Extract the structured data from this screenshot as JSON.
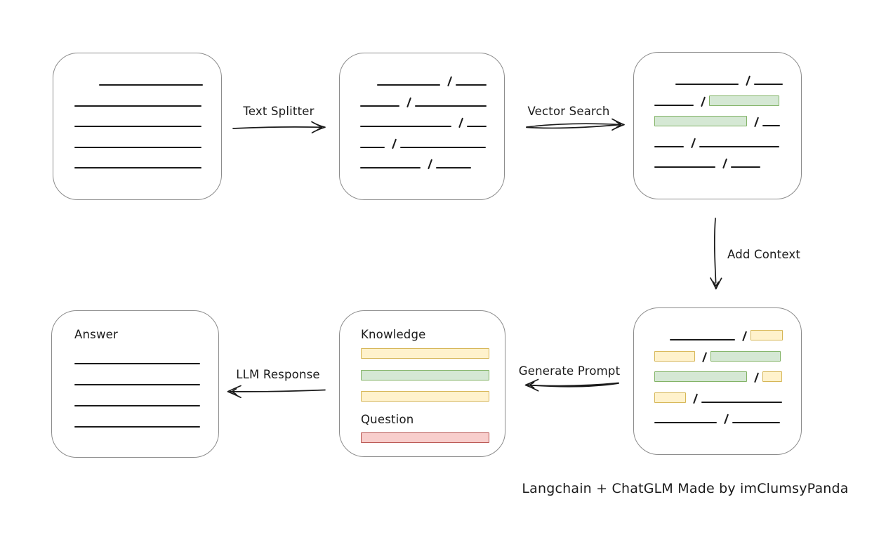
{
  "caption": "Langchain + ChatGLM Made by imClumsyPanda",
  "colors": {
    "ink": "#1a1a1a",
    "box_border": "#8c8c8c",
    "green_fill": "#d5e8d4",
    "green_border": "#82b366",
    "yellow_fill": "#fff2cc",
    "yellow_border": "#d6b656",
    "red_fill": "#f8cecc",
    "red_border": "#b85450"
  },
  "arrows": {
    "text_splitter": {
      "label": "Text Splitter"
    },
    "vector_search": {
      "label": "Vector Search"
    },
    "add_context": {
      "label": "Add Context"
    },
    "generate_prompt": {
      "label": "Generate Prompt"
    },
    "llm_response": {
      "label": "LLM Response"
    }
  },
  "boxes": {
    "source_document": {
      "rows": [
        {
          "align": "end",
          "segs": [
            {
              "t": "line",
              "w": 148
            }
          ]
        },
        {
          "align": "start",
          "segs": [
            {
              "t": "line",
              "w": 181
            }
          ]
        },
        {
          "align": "start",
          "segs": [
            {
              "t": "line",
              "w": 181
            }
          ]
        },
        {
          "align": "start",
          "segs": [
            {
              "t": "line",
              "w": 181
            }
          ]
        },
        {
          "align": "start",
          "segs": [
            {
              "t": "line",
              "w": 181
            }
          ]
        }
      ]
    },
    "split_chunks": {
      "rows": [
        {
          "align": "end",
          "segs": [
            {
              "t": "line",
              "w": 90
            },
            {
              "t": "slash"
            },
            {
              "t": "line",
              "w": 44
            }
          ]
        },
        {
          "align": "start",
          "segs": [
            {
              "t": "line",
              "w": 56
            },
            {
              "t": "slash"
            },
            {
              "t": "line",
              "w": 102
            }
          ]
        },
        {
          "align": "start",
          "segs": [
            {
              "t": "line",
              "w": 132
            },
            {
              "t": "slash"
            },
            {
              "t": "line",
              "w": 28
            }
          ]
        },
        {
          "align": "start",
          "segs": [
            {
              "t": "line",
              "w": 35
            },
            {
              "t": "slash"
            },
            {
              "t": "line",
              "w": 122
            }
          ]
        },
        {
          "align": "start",
          "segs": [
            {
              "t": "line",
              "w": 86
            },
            {
              "t": "slash"
            },
            {
              "t": "line",
              "w": 50
            }
          ]
        }
      ]
    },
    "matched_chunks": {
      "rows": [
        {
          "align": "end",
          "segs": [
            {
              "t": "line",
              "w": 90
            },
            {
              "t": "slash"
            },
            {
              "t": "line",
              "w": 41
            }
          ]
        },
        {
          "align": "start",
          "segs": [
            {
              "t": "line",
              "w": 56
            },
            {
              "t": "slash"
            },
            {
              "t": "chunk",
              "c": "green",
              "w": 100
            }
          ]
        },
        {
          "align": "start",
          "segs": [
            {
              "t": "chunk",
              "c": "green",
              "w": 132
            },
            {
              "t": "slash"
            },
            {
              "t": "line",
              "w": 25
            }
          ]
        },
        {
          "align": "start",
          "segs": [
            {
              "t": "line",
              "w": 42
            },
            {
              "t": "slash"
            },
            {
              "t": "line",
              "w": 114
            }
          ]
        },
        {
          "align": "start",
          "segs": [
            {
              "t": "line",
              "w": 87
            },
            {
              "t": "slash"
            },
            {
              "t": "line",
              "w": 42
            }
          ]
        }
      ]
    },
    "context_chunks": {
      "rows": [
        {
          "align": "end",
          "segs": [
            {
              "t": "line",
              "w": 93
            },
            {
              "t": "slash"
            },
            {
              "t": "chunk",
              "c": "yellow",
              "w": 46
            }
          ]
        },
        {
          "align": "start",
          "segs": [
            {
              "t": "chunk",
              "c": "yellow",
              "w": 58
            },
            {
              "t": "slash"
            },
            {
              "t": "chunk",
              "c": "green",
              "w": 100
            }
          ]
        },
        {
          "align": "start",
          "segs": [
            {
              "t": "chunk",
              "c": "green",
              "w": 132
            },
            {
              "t": "slash"
            },
            {
              "t": "chunk",
              "c": "yellow",
              "w": 28
            }
          ]
        },
        {
          "align": "start",
          "segs": [
            {
              "t": "chunk",
              "c": "yellow",
              "w": 45
            },
            {
              "t": "slash"
            },
            {
              "t": "line",
              "w": 115
            }
          ]
        },
        {
          "align": "start",
          "segs": [
            {
              "t": "line",
              "w": 89
            },
            {
              "t": "slash"
            },
            {
              "t": "line",
              "w": 68
            }
          ]
        }
      ]
    },
    "prompt": {
      "knowledge_label": "Knowledge",
      "question_label": "Question",
      "knowledge_bars": [
        {
          "c": "yellow",
          "w": 183
        },
        {
          "c": "green",
          "w": 183
        },
        {
          "c": "yellow",
          "w": 183
        }
      ],
      "question_bars": [
        {
          "c": "red",
          "w": 183
        }
      ]
    },
    "answer": {
      "label": "Answer",
      "rows": [
        {
          "align": "start",
          "segs": [
            {
              "t": "line",
              "w": 180
            }
          ]
        },
        {
          "align": "start",
          "segs": [
            {
              "t": "line",
              "w": 180
            }
          ]
        },
        {
          "align": "start",
          "segs": [
            {
              "t": "line",
              "w": 180
            }
          ]
        },
        {
          "align": "start",
          "segs": [
            {
              "t": "line",
              "w": 180
            }
          ]
        }
      ]
    }
  }
}
